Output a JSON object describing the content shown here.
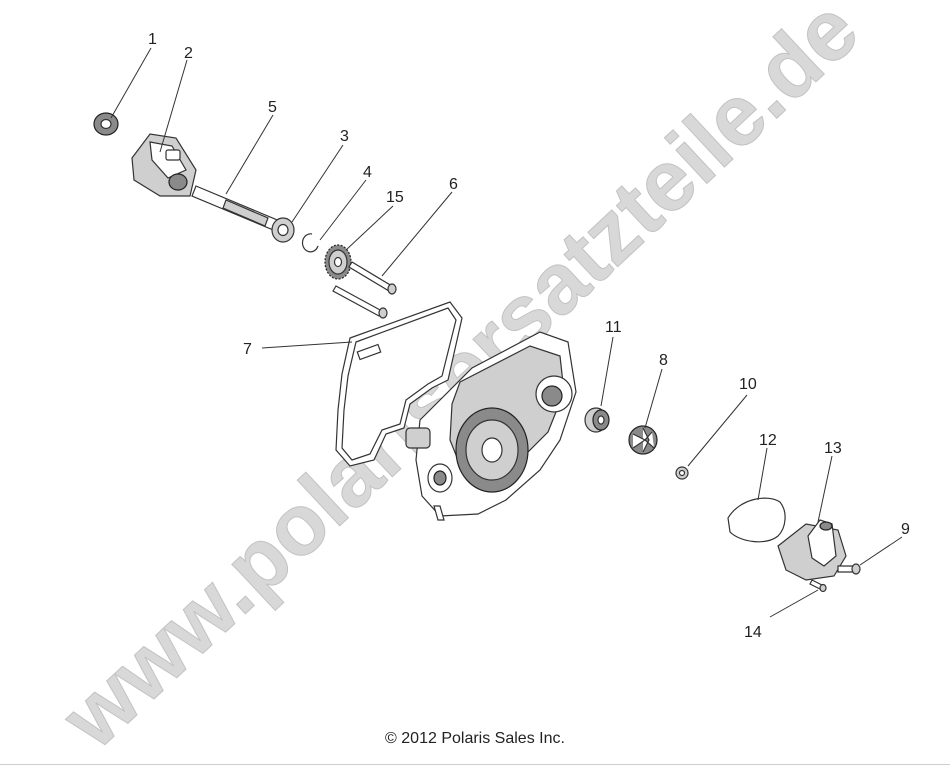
{
  "diagram": {
    "callouts": [
      {
        "id": "1",
        "label": "1"
      },
      {
        "id": "2",
        "label": "2"
      },
      {
        "id": "3",
        "label": "3"
      },
      {
        "id": "4",
        "label": "4"
      },
      {
        "id": "5",
        "label": "5"
      },
      {
        "id": "6",
        "label": "6"
      },
      {
        "id": "7",
        "label": "7"
      },
      {
        "id": "8",
        "label": "8"
      },
      {
        "id": "9",
        "label": "9"
      },
      {
        "id": "10",
        "label": "10"
      },
      {
        "id": "11",
        "label": "11"
      },
      {
        "id": "12",
        "label": "12"
      },
      {
        "id": "13",
        "label": "13"
      },
      {
        "id": "14",
        "label": "14"
      },
      {
        "id": "15",
        "label": "15"
      }
    ]
  },
  "watermark": {
    "text": "www.polarisersatzteile.de"
  },
  "footer": {
    "copyright": "© 2012 Polaris Sales Inc."
  }
}
